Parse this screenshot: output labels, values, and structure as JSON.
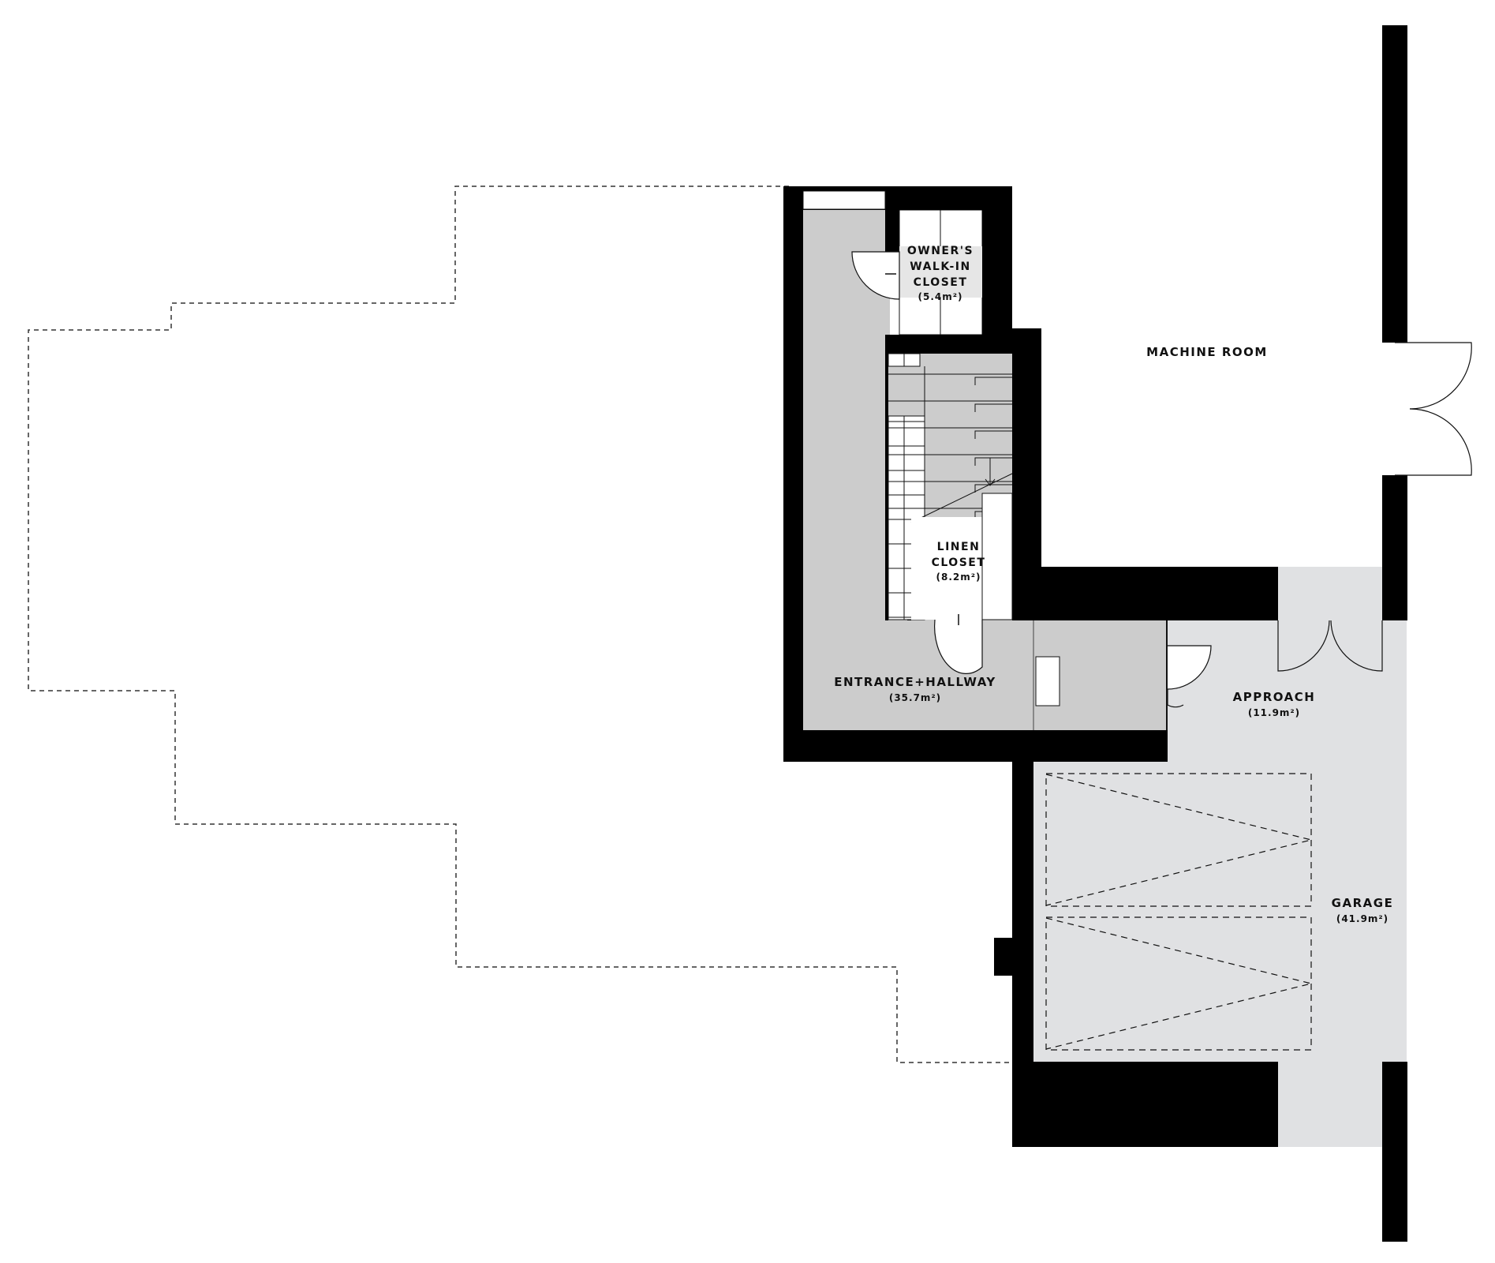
{
  "colors": {
    "wall": "#000000",
    "interior_fill": "#cccccc",
    "exterior_fill": "#e0e1e3",
    "line": "#111111",
    "white": "#ffffff"
  },
  "rooms": {
    "walk_in_closet": {
      "line1": "OWNER'S",
      "line2": "WALK-IN",
      "line3": "CLOSET",
      "area": "(5.4m²)"
    },
    "machine_room": {
      "label": "MACHINE ROOM"
    },
    "linen_closet": {
      "line1": "LINEN",
      "line2": "CLOSET",
      "area": "(8.2m²)"
    },
    "entrance_hallway": {
      "label": "ENTRANCE+HALLWAY",
      "area": "(35.7m²)"
    },
    "approach": {
      "label": "APPROACH",
      "area": "(11.9m²)"
    },
    "garage": {
      "label": "GARAGE",
      "area": "(41.9m²)"
    }
  },
  "stair": {
    "steps": 6
  }
}
